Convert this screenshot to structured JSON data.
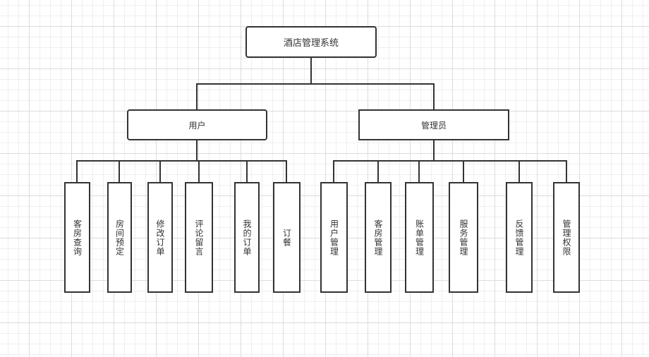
{
  "diagram": {
    "type": "hierarchy",
    "root": {
      "label": "酒店管理系统",
      "children": [
        {
          "label": "用户",
          "children": [
            "客房查询",
            "房间预定",
            "修改订单",
            "评论留言",
            "我的订单",
            "订餐"
          ]
        },
        {
          "label": "管理员",
          "children": [
            "用户管理",
            "客房管理",
            "账单管理",
            "服务管理",
            "反馈管理",
            "管理权限"
          ]
        }
      ]
    }
  },
  "colors": {
    "stroke": "#333333",
    "background": "#ffffff",
    "grid_minor": "#efefef",
    "grid_major": "#dcdcdc"
  }
}
